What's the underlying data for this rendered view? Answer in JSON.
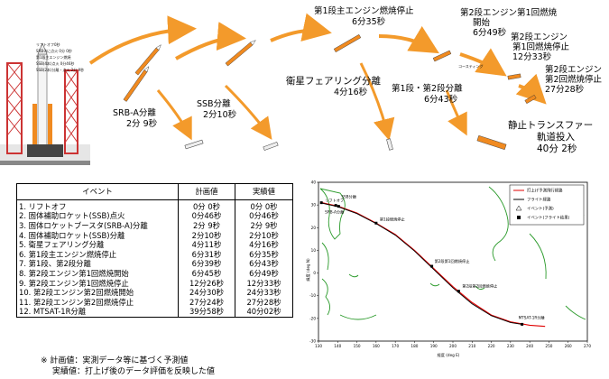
{
  "flight": {
    "labels": {
      "srba_sep": [
        "SRB-A分離",
        "2分 9秒"
      ],
      "ssb_sep": [
        "SSB分離",
        "2分10秒"
      ],
      "fairing": [
        "衛星フェアリング分離",
        "4分16秒"
      ],
      "meco": [
        "第1段主エンジン燃焼停止",
        "6分35秒"
      ],
      "stage_sep": [
        "第1段・第2段分離",
        "6分43秒"
      ],
      "seig1": [
        "第2段エンジン第1回燃焼",
        "開始",
        "6分49秒"
      ],
      "seco1": [
        "第2段エンジン",
        "第1回燃焼停止",
        "12分33秒"
      ],
      "seco2": [
        "第2段エンジン",
        "第2回燃焼停止",
        "27分28秒"
      ],
      "gto": [
        "静止トランスファー",
        "軌道投入",
        "40分 2秒"
      ],
      "coasting": "コースティング"
    },
    "pad_text": [
      "リフトオフ0秒",
      "SRB-Aに点火 0分 0秒",
      "第1段主エンジン燃焼",
      "SSB(4本)点火 0分46秒",
      "SSB(2本)分離・点火 2分 9秒"
    ]
  },
  "table": {
    "headers": [
      "イベント",
      "計画値",
      "実績値"
    ],
    "rows": [
      [
        "1. リフトオフ",
        "0分 0秒",
        "0分 0秒"
      ],
      [
        "2. 固体補助ロケット(SSB)点火",
        "0分46秒",
        "0分46秒"
      ],
      [
        "3. 固体ロケットブースタ(SRB-A)分離",
        "2分 9秒",
        "2分 9秒"
      ],
      [
        "4. 固体補助ロケット(SSB)分離",
        "2分10秒",
        "2分10秒"
      ],
      [
        "5. 衛星フェアリング分離",
        "4分11秒",
        "4分16秒"
      ],
      [
        "6. 第1段主エンジン燃焼停止",
        "6分31秒",
        "6分35秒"
      ],
      [
        "7. 第1段、第2段分離",
        "6分39秒",
        "6分43秒"
      ],
      [
        "8. 第2段エンジン第1回燃焼開始",
        "6分45秒",
        "6分49秒"
      ],
      [
        "9. 第2段エンジン第1回燃焼停止",
        "12分26秒",
        "12分33秒"
      ],
      [
        "10. 第2段エンジン第2回燃焼開始",
        "24分30秒",
        "24分33秒"
      ],
      [
        "11. 第2段エンジン第2回燃焼停止",
        "27分24秒",
        "27分28秒"
      ],
      [
        "12. MTSAT-1R分離",
        "39分58秒",
        "40分02秒"
      ]
    ]
  },
  "notes": [
    "※ 計画値：実測データ等に基づく予測値",
    "実績値：打上げ後のデータ評価を反映した値"
  ],
  "ground_track": {
    "legend": [
      "打上げ予測飛行経路",
      "フライト経路",
      "イベント(予測)",
      "イベント(フライト結果)"
    ],
    "x_ticks": [
      "130",
      "140",
      "150",
      "160",
      "170",
      "180",
      "190",
      "200",
      "210",
      "220",
      "230",
      "240",
      "250",
      "260",
      "270"
    ],
    "y_ticks": [
      "40",
      "30",
      "20",
      "10",
      "0",
      "-10",
      "-20",
      "-30"
    ],
    "xlabel": "経度 (deg E)",
    "ylabel": "緯度 (deg N)",
    "events": [
      "リフトオフ",
      "SRB-A分離",
      "第1段燃焼停止",
      "第2段第1回燃焼停止",
      "第2段第2回燃焼停止",
      "MTSAT-1R分離",
      "SSB分離"
    ],
    "colors": {
      "predicted": "#000000",
      "flight": "#e00000",
      "coast": "#2a9a2a"
    }
  }
}
